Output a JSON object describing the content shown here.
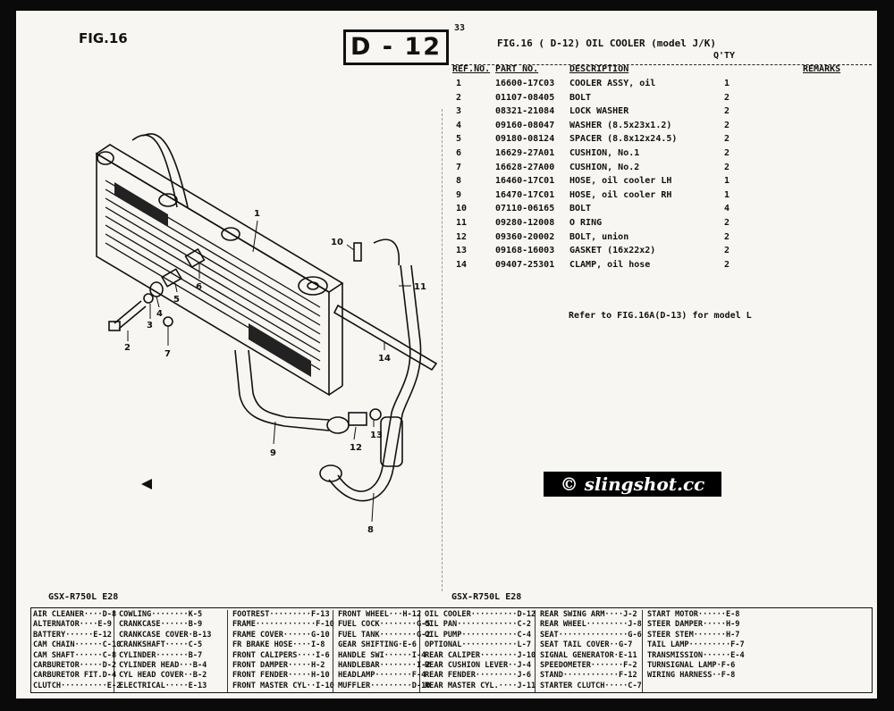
{
  "figure_label": "FIG.16",
  "section_code": "D - 12",
  "page_number": "33",
  "header": {
    "title": "FIG.16 ( D-12) OIL COOLER (model J/K)",
    "qty_label": "Q'TY"
  },
  "columns": {
    "ref_no": "REF.NO.",
    "part_no": "PART NO.",
    "description": "DESCRIPTION",
    "remarks": "REMARKS"
  },
  "parts": [
    {
      "ref": "1",
      "part_no": "16600-17C03",
      "description": "COOLER ASSY, oil",
      "qty": "1"
    },
    {
      "ref": "2",
      "part_no": "01107-08405",
      "description": "BOLT",
      "qty": "2"
    },
    {
      "ref": "3",
      "part_no": "08321-21084",
      "description": "LOCK WASHER",
      "qty": "2"
    },
    {
      "ref": "4",
      "part_no": "09160-08047",
      "description": "WASHER (8.5x23x1.2)",
      "qty": "2"
    },
    {
      "ref": "5",
      "part_no": "09180-08124",
      "description": "SPACER (8.8x12x24.5)",
      "qty": "2"
    },
    {
      "ref": "6",
      "part_no": "16629-27A01",
      "description": "CUSHION, No.1",
      "qty": "2"
    },
    {
      "ref": "7",
      "part_no": "16628-27A00",
      "description": "CUSHION, No.2",
      "qty": "2"
    },
    {
      "ref": "8",
      "part_no": "16460-17C01",
      "description": "HOSE, oil cooler LH",
      "qty": "1"
    },
    {
      "ref": "9",
      "part_no": "16470-17C01",
      "description": "HOSE, oil cooler RH",
      "qty": "1"
    },
    {
      "ref": "10",
      "part_no": "07110-06165",
      "description": "BOLT",
      "qty": "4"
    },
    {
      "ref": "11",
      "part_no": "09280-12008",
      "description": "O RING",
      "qty": "2"
    },
    {
      "ref": "12",
      "part_no": "09360-20002",
      "description": "BOLT, union",
      "qty": "2"
    },
    {
      "ref": "13",
      "part_no": "09168-16003",
      "description": "GASKET (16x22x2)",
      "qty": "2"
    },
    {
      "ref": "14",
      "part_no": "09407-25301",
      "description": "CLAMP, oil hose",
      "qty": "2"
    }
  ],
  "note": "Refer to FIG.16A(D-13) for model L",
  "watermark": "© slingshot.cc",
  "model_left": "GSX-R750L E28",
  "model_right": "GSX-R750L E28",
  "diagram_callouts": [
    "1",
    "2",
    "3",
    "4",
    "5",
    "6",
    "7",
    "8",
    "9",
    "10",
    "11",
    "12",
    "13",
    "14"
  ],
  "index_columns": [
    [
      "AIR CLEANER····D-8",
      "ALTERNATOR····E-9",
      "BATTERY······E-12",
      "CAM CHAIN······C-10",
      "CAM SHAFT······C-8",
      "CARBURETOR·····D-2",
      "CARBURETOR FIT.D-4",
      "CLUTCH··········E-2"
    ],
    [
      "COWLING········K-5",
      "CRANKCASE······B-9",
      "CRANKCASE COVER·B-13",
      "CRANKSHAFT·····C-5",
      "CYLINDER·······B-7",
      "CYLINDER HEAD···B-4",
      "CYL HEAD COVER··B-2",
      "ELECTRICAL·····E-13"
    ],
    [
      "FOOTREST·········F-13",
      "FRAME·············F-10",
      "FRAME COVER······G-10",
      "FR BRAKE HOSE····I-8",
      "FRONT CALIPERS····I-6",
      "FRONT DAMPER·····H-2",
      "FRONT FENDER·····H-10",
      "FRONT MASTER CYL··I-10"
    ],
    [
      "FRONT WHEEL···H-12",
      "FUEL COCK········G-5",
      "FUEL TANK········G-2",
      "GEAR SHIFTING·E-6",
      "HANDLE SWI······I-4",
      "HANDLEBAR········I-2",
      "HEADLAMP········F-4",
      "MUFFLER·········D-10"
    ],
    [
      "OIL COOLER··········D-12",
      "OIL PAN·············C-2",
      "OIL PUMP············C-4",
      "OPTIONAL············L-7",
      "REAR CALIPER········J-10",
      "REAR CUSHION LEVER··J-4",
      "REAR FENDER·········J-6",
      "REAR MASTER CYL.····J-11"
    ],
    [
      "REAR SWING ARM····J-2",
      "REAR WHEEL·········J-8",
      "SEAT···············G-6",
      "SEAT TAIL COVER··G-7",
      "SIGNAL GENERATOR·E-11",
      "SPEEDOMETER·······F-2",
      "STAND············F-12",
      "STARTER CLUTCH·····C-7"
    ],
    [
      "START MOTOR······E-8",
      "STEER DAMPER·····H-9",
      "STEER STEM·······H-7",
      "TAIL LAMP·········F-7",
      "TRANSMISSION······E-4",
      "TURNSIGNAL LAMP·F-6",
      "WIRING HARNESS··F-8",
      ""
    ]
  ]
}
